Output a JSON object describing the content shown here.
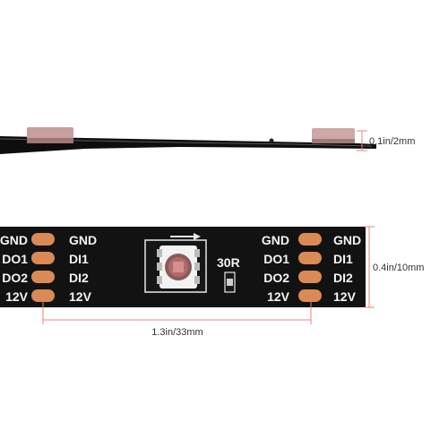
{
  "side_view": {
    "thickness_label": "0.1in/2mm"
  },
  "strip": {
    "left_pad_labels": [
      "GND",
      "DO1",
      "DO2",
      "12V"
    ],
    "left_inner_labels": [
      "GND",
      "DI1",
      "DI2",
      "12V"
    ],
    "right_pad_labels": [
      "GND",
      "DO1",
      "DO2",
      "12V"
    ],
    "right_inner_labels": [
      "GND",
      "DI1",
      "DI2",
      "12V"
    ],
    "resistor_label": "30R"
  },
  "dimensions": {
    "width_label": "0.4in/10mm",
    "length_label": "1.3in/33mm"
  },
  "colors": {
    "pcb": "#121212",
    "pad": "#d98a55",
    "dimension_line": "#e88080",
    "led_body": "#f2f2f2"
  }
}
